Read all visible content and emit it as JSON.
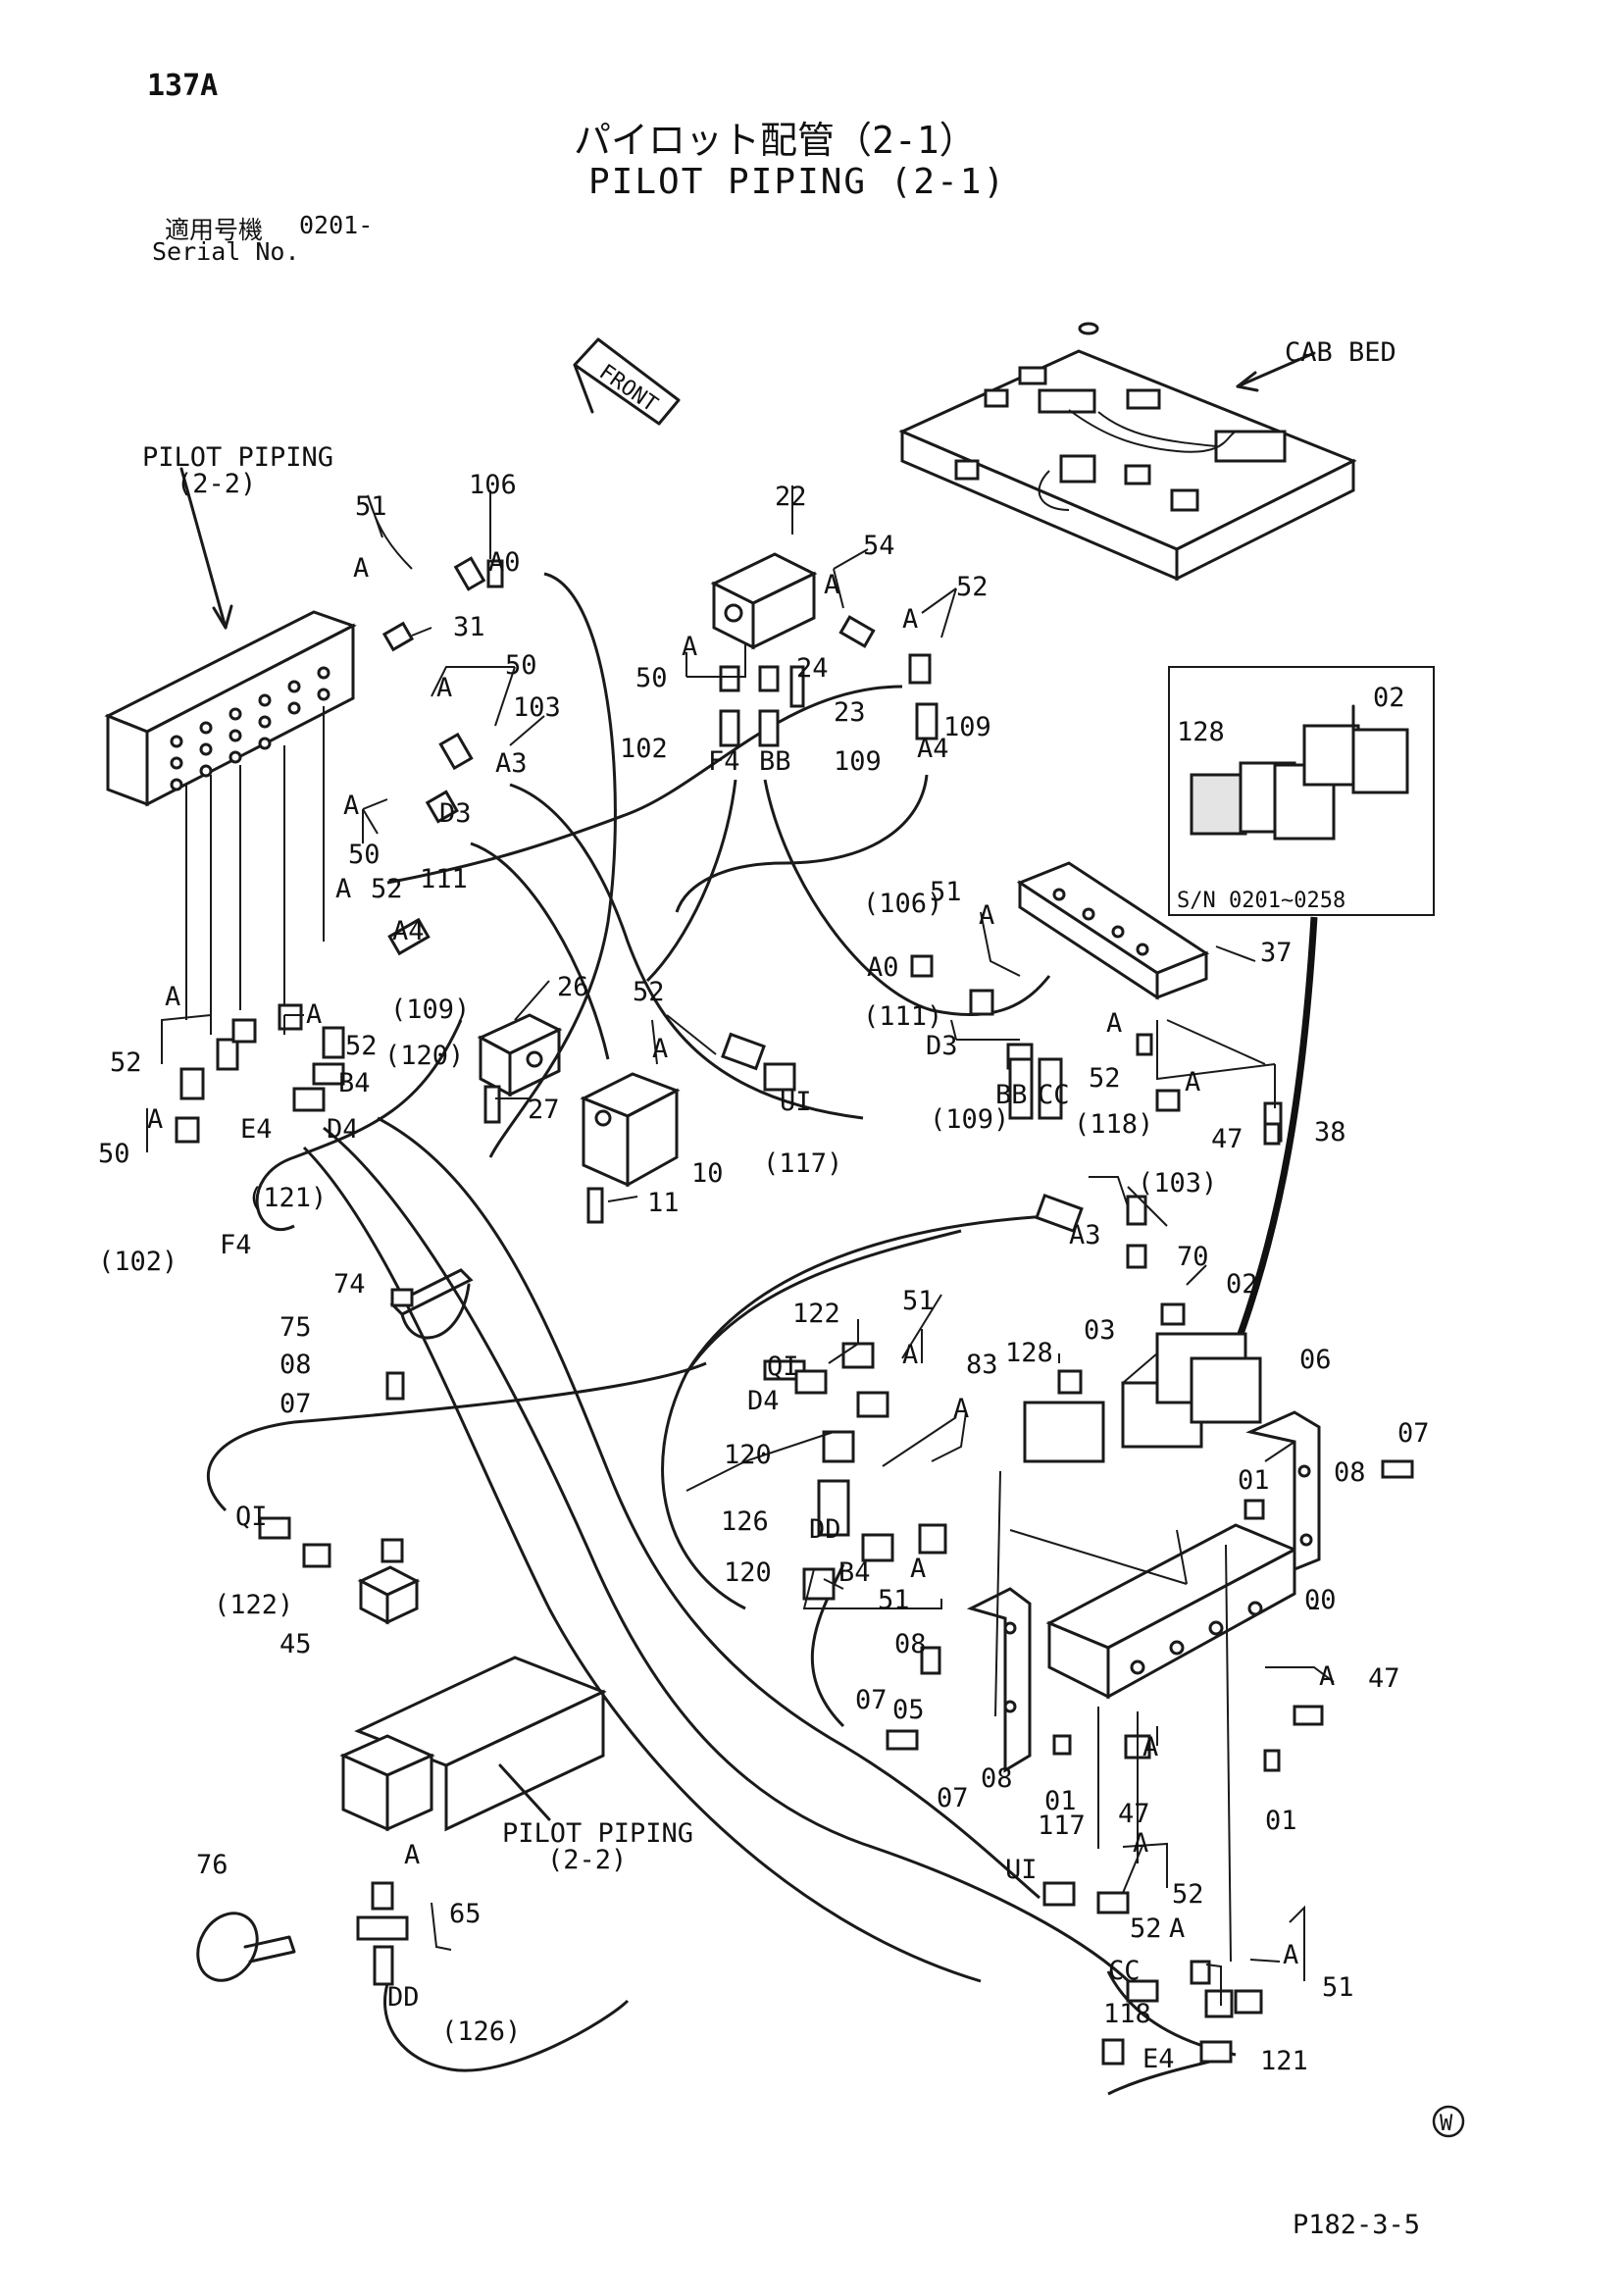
{
  "header": {
    "page_no": "137A",
    "title_jp": "パイロット配管（2-1）",
    "title_en": "PILOT PIPING (2-1)",
    "serial_label_jp": "適用号機",
    "serial_value": "0201-",
    "serial_label_en": "Serial No."
  },
  "annotations": {
    "front": "FRONT",
    "cab_bed": "CAB BED",
    "pilot_piping_top": "PILOT PIPING",
    "pilot_piping_top_sub": "(2-2)",
    "pilot_piping_bottom": "PILOT PIPING",
    "pilot_piping_bottom_sub": "(2-2)",
    "inset_serial": "S/N 0201~0258",
    "inset_128": "128",
    "inset_02": "02"
  },
  "footer": {
    "mark": "W",
    "ref": "P182-3-5"
  },
  "callouts": [
    {
      "key": "c106t",
      "text": "106"
    },
    {
      "key": "c51t",
      "text": "51"
    },
    {
      "key": "cA1",
      "text": "A"
    },
    {
      "key": "cA0t",
      "text": "A0"
    },
    {
      "key": "c31",
      "text": "31"
    },
    {
      "key": "c50t",
      "text": "50"
    },
    {
      "key": "cA2",
      "text": "A"
    },
    {
      "key": "c103t",
      "text": "103"
    },
    {
      "key": "cA3t",
      "text": "A3"
    },
    {
      "key": "cA3",
      "text": "A"
    },
    {
      "key": "c50m",
      "text": "50"
    },
    {
      "key": "cD3t",
      "text": "D3"
    },
    {
      "key": "c111t",
      "text": "111"
    },
    {
      "key": "cA4",
      "text": "A"
    },
    {
      "key": "c52l",
      "text": "52"
    },
    {
      "key": "cA4h",
      "text": "A4"
    },
    {
      "key": "c109l",
      "text": "(109)"
    },
    {
      "key": "c120l",
      "text": "(120)"
    },
    {
      "key": "cA5",
      "text": "A"
    },
    {
      "key": "cA6",
      "text": "A"
    },
    {
      "key": "c52a",
      "text": "52"
    },
    {
      "key": "c52b",
      "text": "52"
    },
    {
      "key": "cB4a",
      "text": "B4"
    },
    {
      "key": "cD4a",
      "text": "D4"
    },
    {
      "key": "cE4a",
      "text": "E4"
    },
    {
      "key": "cA7",
      "text": "A"
    },
    {
      "key": "c50l",
      "text": "50"
    },
    {
      "key": "c121l",
      "text": "(121)"
    },
    {
      "key": "c102l",
      "text": "(102)"
    },
    {
      "key": "cF4a",
      "text": "F4"
    },
    {
      "key": "c22",
      "text": "22"
    },
    {
      "key": "c54",
      "text": "54"
    },
    {
      "key": "cA8",
      "text": "A"
    },
    {
      "key": "cA9",
      "text": "A"
    },
    {
      "key": "c52c",
      "text": "52"
    },
    {
      "key": "cA10",
      "text": "A"
    },
    {
      "key": "c24",
      "text": "24"
    },
    {
      "key": "c50c",
      "text": "50"
    },
    {
      "key": "c23",
      "text": "23"
    },
    {
      "key": "c102c",
      "text": "102"
    },
    {
      "key": "cF4b",
      "text": "F4"
    },
    {
      "key": "cBBa",
      "text": "BB"
    },
    {
      "key": "c109c",
      "text": "109"
    },
    {
      "key": "cA4b",
      "text": "A4"
    },
    {
      "key": "c109r",
      "text": "109"
    },
    {
      "key": "c26",
      "text": "26"
    },
    {
      "key": "c27",
      "text": "27"
    },
    {
      "key": "c52d",
      "text": "52"
    },
    {
      "key": "cA11",
      "text": "A"
    },
    {
      "key": "c10",
      "text": "10"
    },
    {
      "key": "c11",
      "text": "11"
    },
    {
      "key": "cUIa",
      "text": "UI"
    },
    {
      "key": "c117a",
      "text": "(117)"
    },
    {
      "key": "c106m",
      "text": "(106)"
    },
    {
      "key": "c51m",
      "text": "51"
    },
    {
      "key": "cA12",
      "text": "A"
    },
    {
      "key": "cA0m",
      "text": "A0"
    },
    {
      "key": "c111m",
      "text": "(111)"
    },
    {
      "key": "cD3m",
      "text": "D3"
    },
    {
      "key": "c37",
      "text": "37"
    },
    {
      "key": "cA13",
      "text": "A"
    },
    {
      "key": "c52e",
      "text": "52"
    },
    {
      "key": "cBBm",
      "text": "BB"
    },
    {
      "key": "cCCa",
      "text": "CC"
    },
    {
      "key": "c109m",
      "text": "(109)"
    },
    {
      "key": "c118a",
      "text": "(118)"
    },
    {
      "key": "cA14",
      "text": "A"
    },
    {
      "key": "c47a",
      "text": "47"
    },
    {
      "key": "c38",
      "text": "38"
    },
    {
      "key": "c103r",
      "text": "(103)"
    },
    {
      "key": "cA3r",
      "text": "A3"
    },
    {
      "key": "c70",
      "text": "70"
    },
    {
      "key": "c02b",
      "text": "02"
    },
    {
      "key": "c74",
      "text": "74"
    },
    {
      "key": "c75",
      "text": "75"
    },
    {
      "key": "c08a",
      "text": "08"
    },
    {
      "key": "c07a",
      "text": "07"
    },
    {
      "key": "c122",
      "text": "122"
    },
    {
      "key": "c51b",
      "text": "51"
    },
    {
      "key": "cA15",
      "text": "A"
    },
    {
      "key": "cQIa",
      "text": "QI"
    },
    {
      "key": "cD4b",
      "text": "D4"
    },
    {
      "key": "c120b",
      "text": "120"
    },
    {
      "key": "c83",
      "text": "83"
    },
    {
      "key": "cA16",
      "text": "A"
    },
    {
      "key": "c128b",
      "text": "128"
    },
    {
      "key": "c03",
      "text": "03"
    },
    {
      "key": "c06",
      "text": "06"
    },
    {
      "key": "c07b",
      "text": "07"
    },
    {
      "key": "c08b",
      "text": "08"
    },
    {
      "key": "c01a",
      "text": "01"
    },
    {
      "key": "c00",
      "text": "00"
    },
    {
      "key": "c126b",
      "text": "126"
    },
    {
      "key": "cDDa",
      "text": "DD"
    },
    {
      "key": "c120c",
      "text": "120"
    },
    {
      "key": "cB4b",
      "text": "B4"
    },
    {
      "key": "c51c",
      "text": "51"
    },
    {
      "key": "cA17",
      "text": "A"
    },
    {
      "key": "c08c",
      "text": "08"
    },
    {
      "key": "c07c",
      "text": "07"
    },
    {
      "key": "c05",
      "text": "05"
    },
    {
      "key": "c08d",
      "text": "08"
    },
    {
      "key": "c07d",
      "text": "07"
    },
    {
      "key": "c01b",
      "text": "01"
    },
    {
      "key": "cA18",
      "text": "A"
    },
    {
      "key": "c47b",
      "text": "47"
    },
    {
      "key": "cA19",
      "text": "A"
    },
    {
      "key": "c47c",
      "text": "47"
    },
    {
      "key": "c01c",
      "text": "01"
    },
    {
      "key": "cQIb",
      "text": "QI"
    },
    {
      "key": "c122b",
      "text": "(122)"
    },
    {
      "key": "c45",
      "text": "45"
    },
    {
      "key": "c117b",
      "text": "117"
    },
    {
      "key": "cUIb",
      "text": "UI"
    },
    {
      "key": "cA20",
      "text": "A"
    },
    {
      "key": "c52f",
      "text": "52"
    },
    {
      "key": "c52g",
      "text": "52"
    },
    {
      "key": "cA21",
      "text": "A"
    },
    {
      "key": "cCCb",
      "text": "CC"
    },
    {
      "key": "c118b",
      "text": "118"
    },
    {
      "key": "cA22",
      "text": "A"
    },
    {
      "key": "c51d",
      "text": "51"
    },
    {
      "key": "cE4b",
      "text": "E4"
    },
    {
      "key": "c121b",
      "text": "121"
    },
    {
      "key": "c76",
      "text": "76"
    },
    {
      "key": "cA23",
      "text": "A"
    },
    {
      "key": "c65",
      "text": "65"
    },
    {
      "key": "cDDb",
      "text": "DD"
    },
    {
      "key": "c126c",
      "text": "(126)"
    }
  ]
}
